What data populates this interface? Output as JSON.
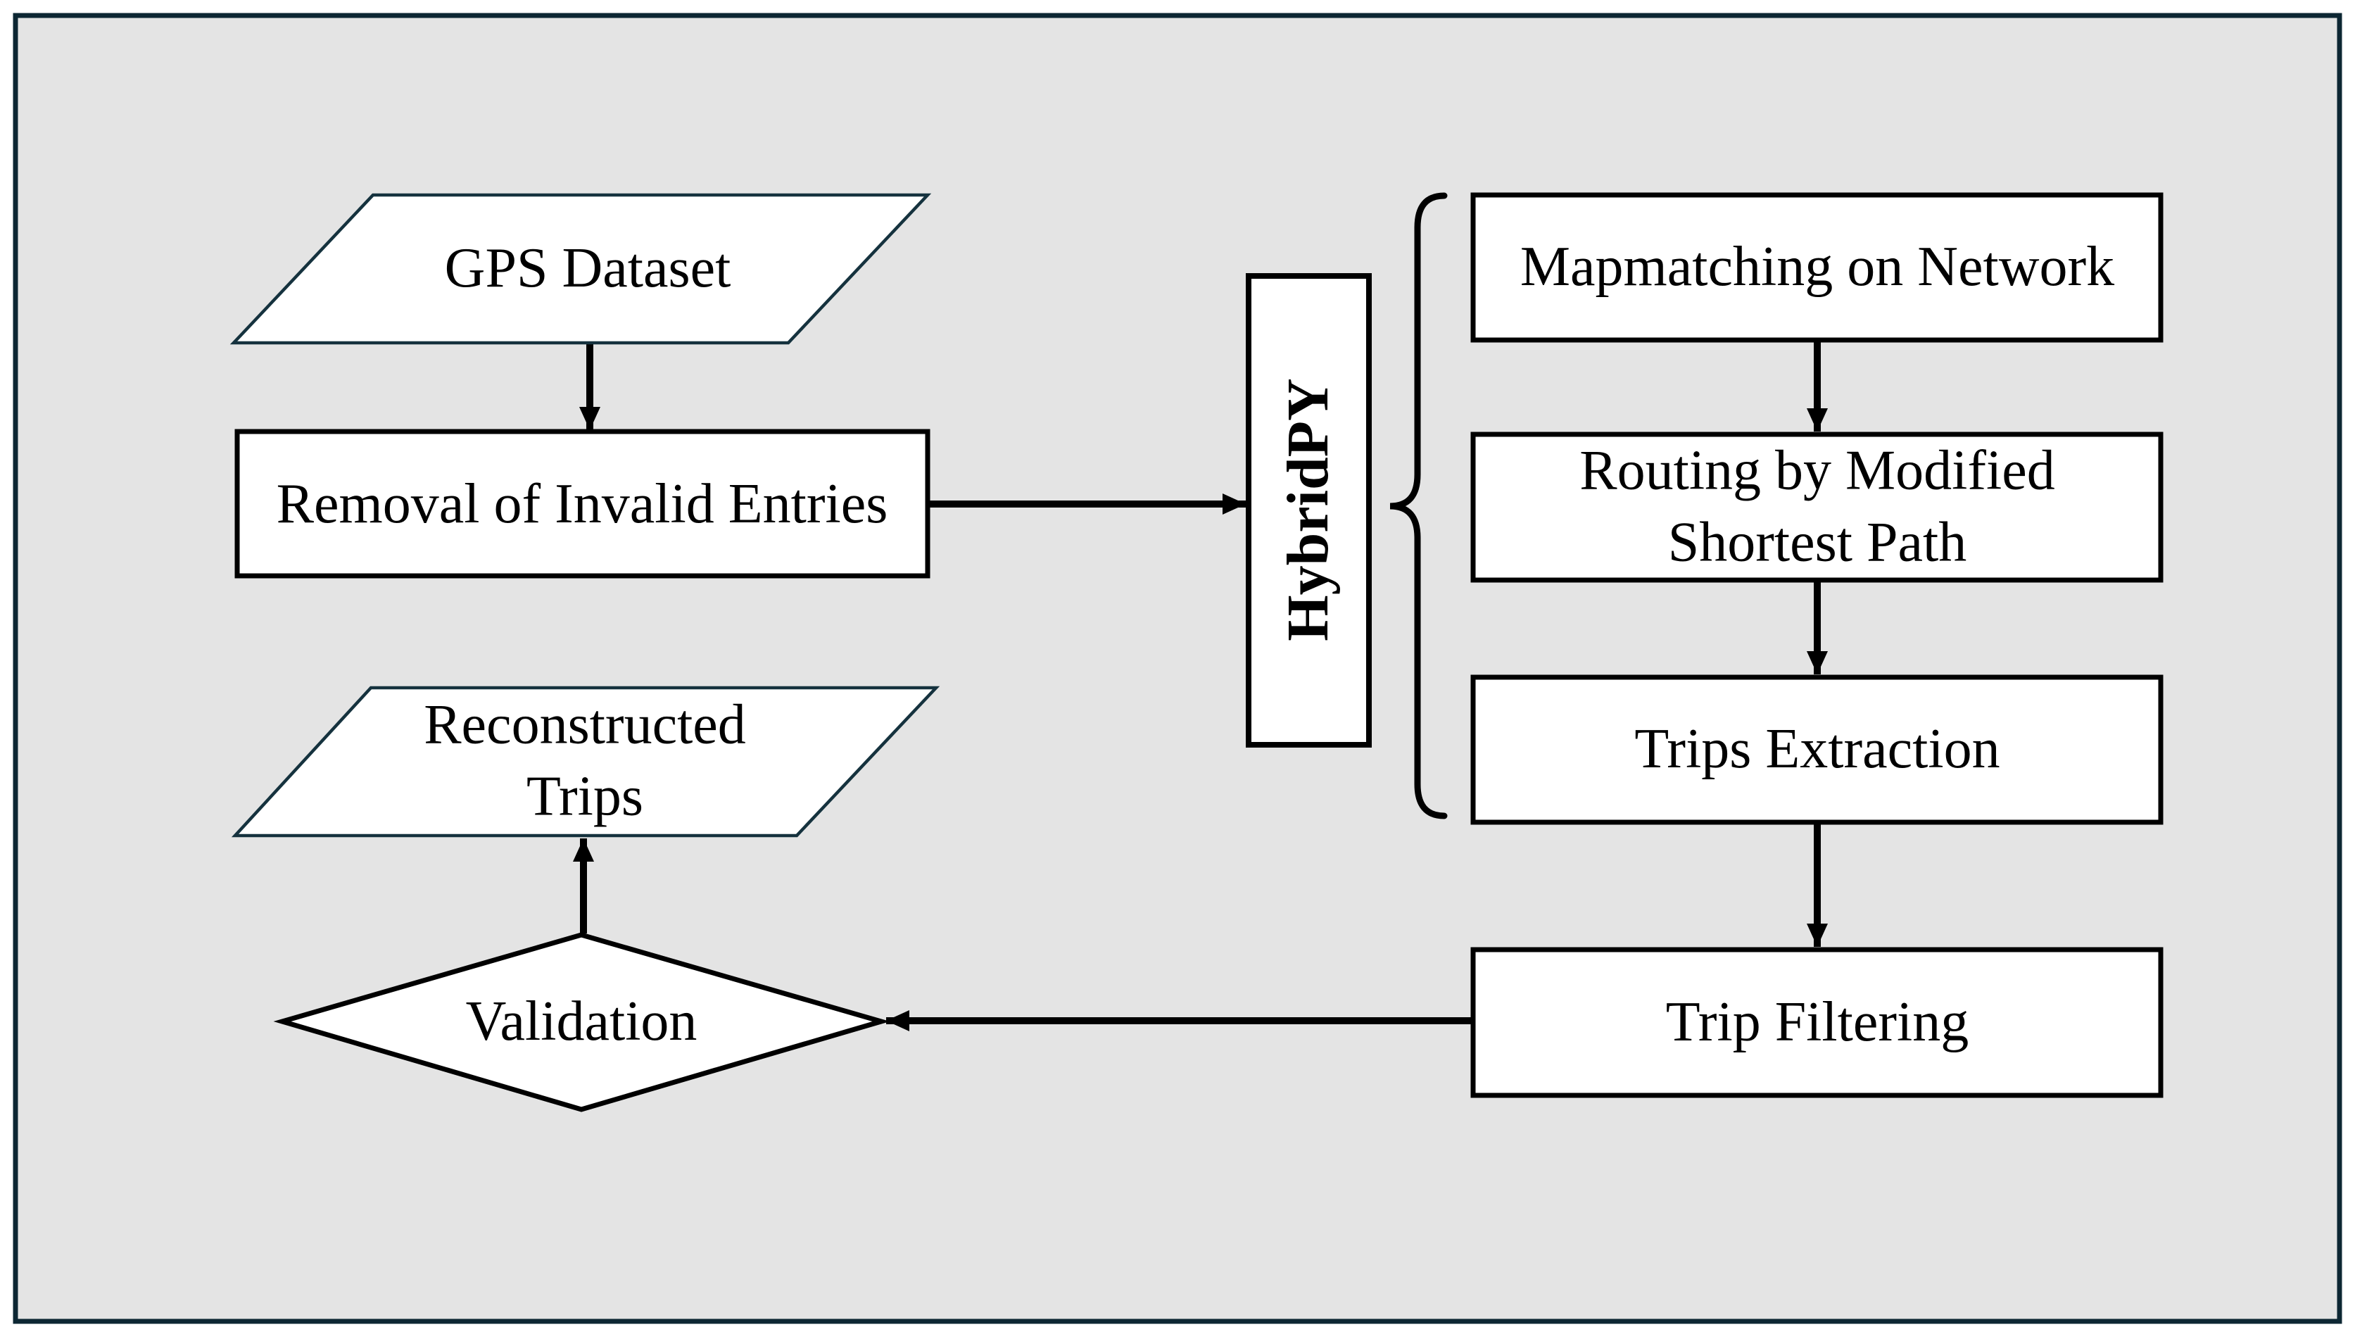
{
  "canvas": {
    "background": "#e4e4e4",
    "frame_color": "#0d2733",
    "node_fill": "#ffffff",
    "line_color": "#000000",
    "io_node_stroke": "#15323e"
  },
  "nodes": {
    "gps_dataset": {
      "label": "GPS Dataset",
      "shape": "parallelogram"
    },
    "removal_invalid_entries": {
      "label": "Removal of Invalid Entries",
      "shape": "rectangle"
    },
    "hybridpy": {
      "label": "HybridPY",
      "shape": "rectangle",
      "text_direction": "vertical-bottom-to-top"
    },
    "mapmatching": {
      "label": "Mapmatching on Network",
      "shape": "rectangle"
    },
    "routing": {
      "label": "Routing by Modified Shortest Path",
      "lines": [
        "Routing by Modified",
        "Shortest Path"
      ],
      "shape": "rectangle"
    },
    "trips_extraction": {
      "label": "Trips Extraction",
      "shape": "rectangle"
    },
    "trip_filtering": {
      "label": "Trip Filtering",
      "shape": "rectangle"
    },
    "validation": {
      "label": "Validation",
      "shape": "diamond"
    },
    "reconstructed_trips": {
      "label": "Reconstructed Trips",
      "lines": [
        "Reconstructed",
        "Trips"
      ],
      "shape": "parallelogram"
    }
  },
  "edges": [
    {
      "from": "gps_dataset",
      "to": "removal_invalid_entries"
    },
    {
      "from": "removal_invalid_entries",
      "to": "hybridpy"
    },
    {
      "from": "mapmatching",
      "to": "routing"
    },
    {
      "from": "routing",
      "to": "trips_extraction"
    },
    {
      "from": "trips_extraction",
      "to": "trip_filtering"
    },
    {
      "from": "trip_filtering",
      "to": "validation"
    },
    {
      "from": "validation",
      "to": "reconstructed_trips"
    }
  ],
  "grouping": {
    "brace_groups": [
      "mapmatching",
      "routing",
      "trips_extraction"
    ],
    "grouped_as": "hybridpy"
  }
}
